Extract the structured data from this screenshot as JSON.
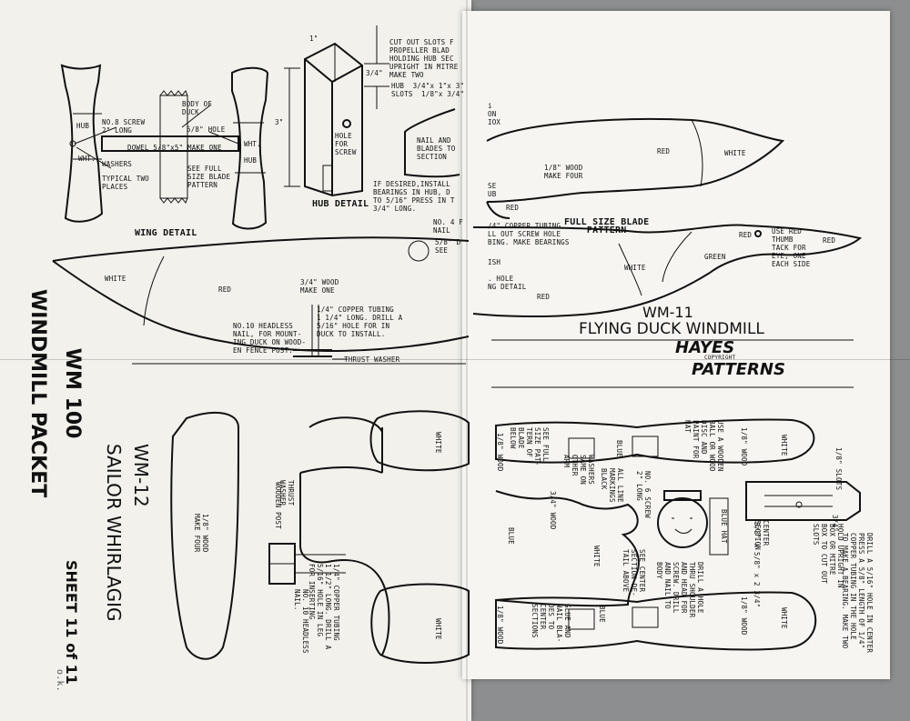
{
  "left_sheet": {
    "wing_detail": {
      "hub_left": "HUB",
      "wht_left": "WHT.",
      "screw": "NO.8 SCREW\n2\" LONG",
      "washers": "WASHERS",
      "typical": "TYPICAL TWO\nPLACES",
      "body": "BODY OF\nDUCK",
      "hole": "5/8\" HOLE",
      "dowel": "DOWEL 5/8\"x5\" MAKE ONE",
      "see_full": "SEE FULL\nSIZE BLADE\nPATTERN",
      "wht_right": "WHT.",
      "hub_right": "HUB",
      "title": "WING DETAIL"
    },
    "hub_detail": {
      "dim_1": "1\"",
      "dim_3q": "3/4\"",
      "dim_3": "3\"",
      "hole_screw": "HOLE\nFOR\nSCREW",
      "title": "HUB DETAIL",
      "cut_out": "CUT OUT SLOTS F\nPROPELLER BLAD\nHOLDING HUB SEC\nUPRIGHT IN MITRE\nMAKE TWO",
      "hub_size": "HUB  3/4\"x 1\"x 3\"\nSLOTS  1/8\"x 3/4\"",
      "nail_and": "NAIL AND\nBLADES TO\nSECTION",
      "if_desired": "IF DESIRED,INSTALL\nBEARINGS IN HUB, D\nTO 5/16\" PRESS IN T\n3/4\" LONG.",
      "no4": "NO. 4 F\nNAIL",
      "five_eighths": "5/8\" D\nSEE"
    },
    "duck_body": {
      "white": "WHITE",
      "red": "RED",
      "wood": "3/4\" WOOD\nMAKE ONE",
      "copper": "1/4\" COPPER TUBING\n1 1/4\" LONG. DRILL A\n5/16\" HOLE FOR IN\nDUCK TO INSTALL.",
      "nail": "NO.10 HEADLESS\nNAIL, FOR MOUNT-\nING DUCK ON WOOD-\nEN FENCE POST.",
      "thrust": "THRUST WASHER"
    },
    "packet_title": "WM 100\nWINDMILL PACKET",
    "sheet_num": "SHEET 11 of 11",
    "sailor_title": "WM-12\nSAILOR WHIRLAGIG",
    "blade_text": "1/8\" WOOD\nMAKE FOUR",
    "thrust_washer": "THRUST\nWASHER",
    "wooden_post": "WOODEN POST",
    "copper_tubing": "1/4\" COPPER TUBING\n1 1/2\" LONG. DRILL A\n5/16\" HOLE IN LEG\nFOR INSERTING",
    "headless": "NO. 10 HEADLESS\nNAIL.",
    "white1": "WHITE",
    "white2": "WHITE",
    "ok_mark": "o.k."
  },
  "right_sheet": {
    "top_frag": "i\nON\nIOX",
    "red": "RED",
    "white": "WHITE",
    "wood_four": "1/8\" WOOD\nMAKE FOUR",
    "se_ub": "SE\nUB",
    "red_left": "RED",
    "copper": "/4\" COPPER TUBING\nLL OUT SCREW HOLE\nBING. MAKE BEARINGS",
    "blade_title": "FULL SIZE BLADE\nPATTERN",
    "ish": "ISH",
    "hole_detail": ". HOLE\nNG DETAIL",
    "white2": "WHITE",
    "green": "GREEN",
    "red2": "RED",
    "red3": "RED",
    "eye_note": "USE RED\nTHUMB\nTACK FOR\nEYE, ONE\nEACH SIDE",
    "red4": "RED",
    "wm11": "WM-11",
    "wm11_title": "FLYING DUCK WINDMILL",
    "logo_top": "HAYES",
    "logo_copyright": "COPYRIGHT",
    "logo_bottom": "PATTERNS",
    "sailor": {
      "white_arm": "WHITE",
      "wood18": "1/8\" WOOD",
      "use_wooden": "USE A WOODEN\nBALL OR WOOD\nDISC AND\nPAINT FOR\nHAT",
      "see_full": "SEE FULL\nSIZE PAT-\nTERN OF\nBLADE\nBELOW",
      "wood18b": "1/8\" WOOD",
      "washers": "WASHERS\nSAME ON\nOTHER\nARM",
      "blue": "BLUE",
      "all_lines": "ALL LINE\nMARKINGS\nBLACK",
      "no6": "NO. 6 SCREW\n2\" LONG",
      "wood34": "3/4\" WOOD",
      "blue_hat": "BLUE HAT",
      "slots": "1/8\" SLOTS",
      "center_section": "CENTER\nSECTION",
      "dims": "5/8\" x 5/8\" x 2 3/4\"",
      "hold": "HOLD UPRIGHT IN\nBOX OR MITRE\nBOX TO CUT OUT\nSLOTS",
      "drill": "DRILL A 5/16\" HOLE IN CENTER\nPRESS A 5/8\" LENGTH OF 1/4\"\nCOPPER TUBING IN THE HOLE\nTO MAKE A BEARING. MAKE TWO",
      "three_q": "3/4\"",
      "blue2": "BLUE",
      "white_body": "WHITE",
      "see_center": "SEE CENTER\nSECTION DE-\nTAIL ABOVE",
      "drill2": "DRILL A HOLE\nTHRU SHOULDER\nAND HEAD FOR\nSCREW. DRILL\nAND NAIL TO\nBODY",
      "blue3": "BLUE",
      "glue": "GLUE AND\nNAIL BLA-\nDES TO\nCENTER\nSECTIONS",
      "wood18c": "1/8\" WOOD",
      "white3": "WHITE",
      "wood18d": "1/8\" WOOD"
    }
  }
}
